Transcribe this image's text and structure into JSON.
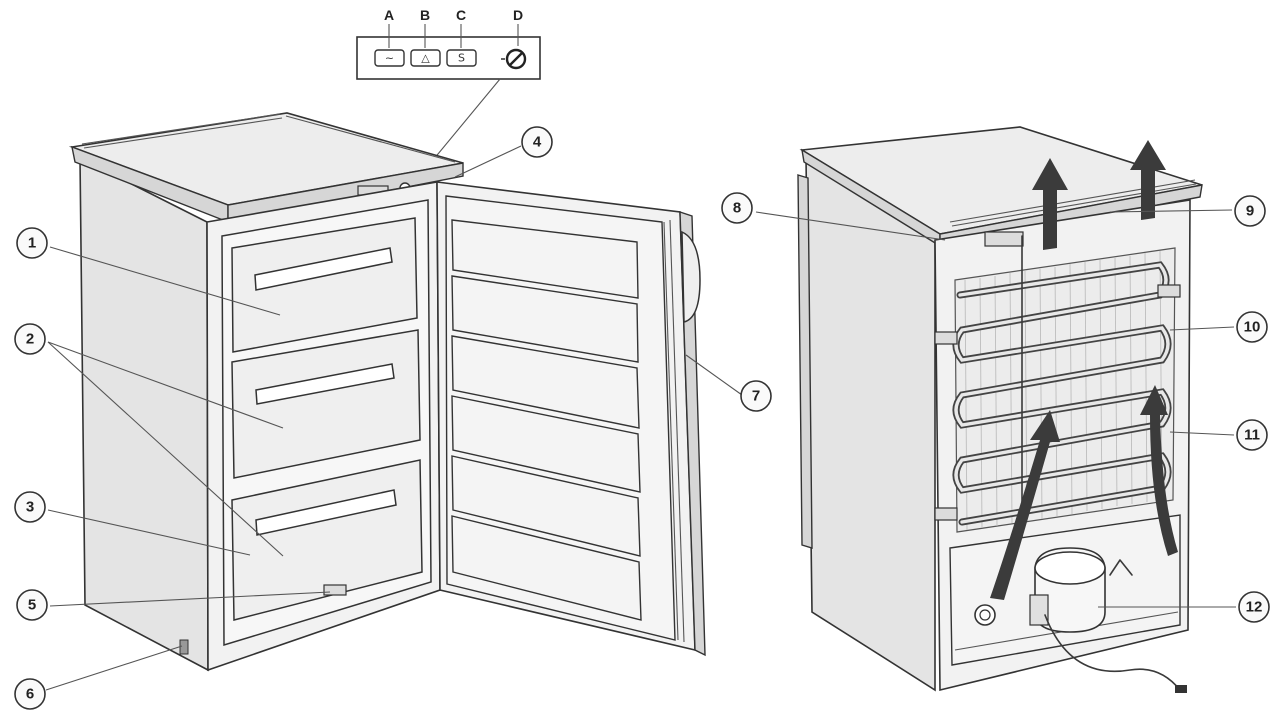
{
  "panel": {
    "letters": [
      "A",
      "B",
      "C",
      "D"
    ],
    "buttons": [
      {
        "name": "power-indicator",
        "symbol": "~"
      },
      {
        "name": "alarm-indicator",
        "symbol": "△"
      },
      {
        "name": "super-freeze-button",
        "symbol": "S"
      }
    ]
  },
  "callouts": [
    {
      "id": "c1",
      "label": "1"
    },
    {
      "id": "c2",
      "label": "2"
    },
    {
      "id": "c3",
      "label": "3"
    },
    {
      "id": "c4",
      "label": "4"
    },
    {
      "id": "c5",
      "label": "5"
    },
    {
      "id": "c6",
      "label": "6"
    },
    {
      "id": "c7",
      "label": "7"
    },
    {
      "id": "c8",
      "label": "8"
    },
    {
      "id": "c9",
      "label": "9"
    },
    {
      "id": "c10",
      "label": "10"
    },
    {
      "id": "c11",
      "label": "11"
    },
    {
      "id": "c12",
      "label": "12"
    }
  ]
}
